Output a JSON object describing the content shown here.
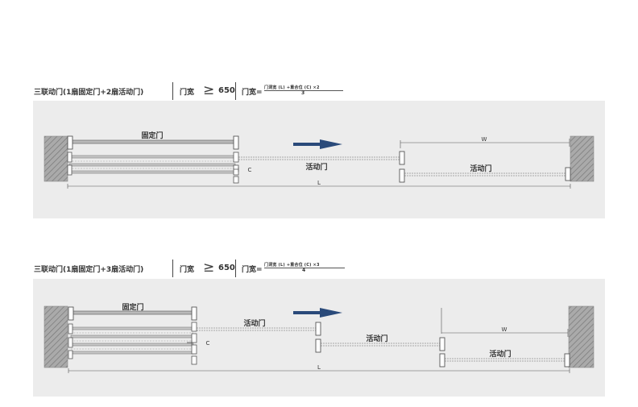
{
  "colors": {
    "panel": "#ececec",
    "arrow": "#2a4a7a",
    "wall": "#aaaaaa",
    "line": "#555555"
  },
  "diagram1": {
    "title": "三联动门(1扇固定门+2扇活动门)",
    "door_width_label": "门宽",
    "ge_symbol": "≥",
    "min_width": "650",
    "formula_label": "门宽=",
    "formula_numerator": "门洞宽 (L) +重合位 (C) ×2",
    "formula_denominator": "3",
    "fixed_label": "固定门",
    "moving_labels": [
      "活动门",
      "活动门"
    ],
    "dim_w": "W",
    "dim_c": "C",
    "dim_l": "L"
  },
  "diagram2": {
    "title": "三联动门(1扇固定门+3扇活动门)",
    "door_width_label": "门宽",
    "ge_symbol": "≥",
    "min_width": "650",
    "formula_label": "门宽=",
    "formula_numerator": "门洞宽 (L) +重合位 (C) ×3",
    "formula_denominator": "4",
    "fixed_label": "固定门",
    "moving_labels": [
      "活动门",
      "活动门",
      "活动门"
    ],
    "dim_w": "W",
    "dim_c": "C",
    "dim_l": "L"
  }
}
